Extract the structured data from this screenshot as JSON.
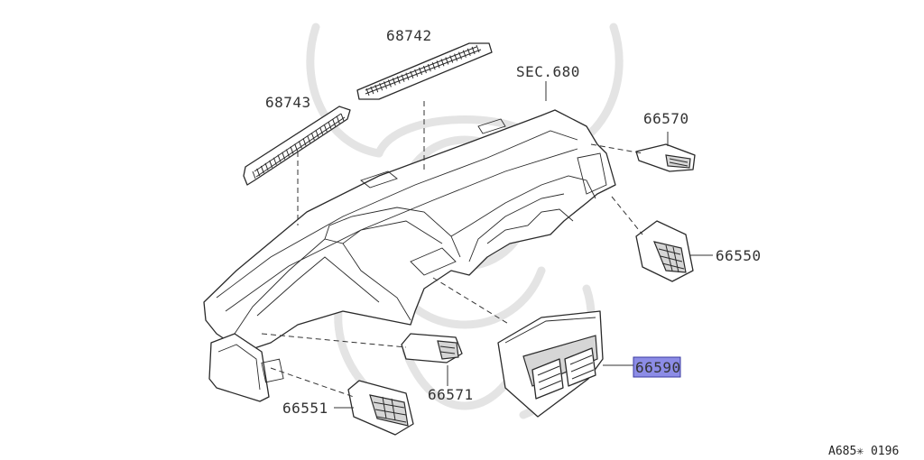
{
  "diagram": {
    "parts": [
      {
        "key": "p68742",
        "number": "68742"
      },
      {
        "key": "p68743",
        "number": "68743"
      },
      {
        "key": "sec",
        "number": "SEC.680"
      },
      {
        "key": "p66570",
        "number": "66570"
      },
      {
        "key": "p66550",
        "number": "66550"
      },
      {
        "key": "p66590",
        "number": "66590"
      },
      {
        "key": "p66571",
        "number": "66571"
      },
      {
        "key": "p66551",
        "number": "66551"
      }
    ],
    "highlight_color": "#8c8ce6",
    "reference_code": "A685✳ 0196"
  }
}
